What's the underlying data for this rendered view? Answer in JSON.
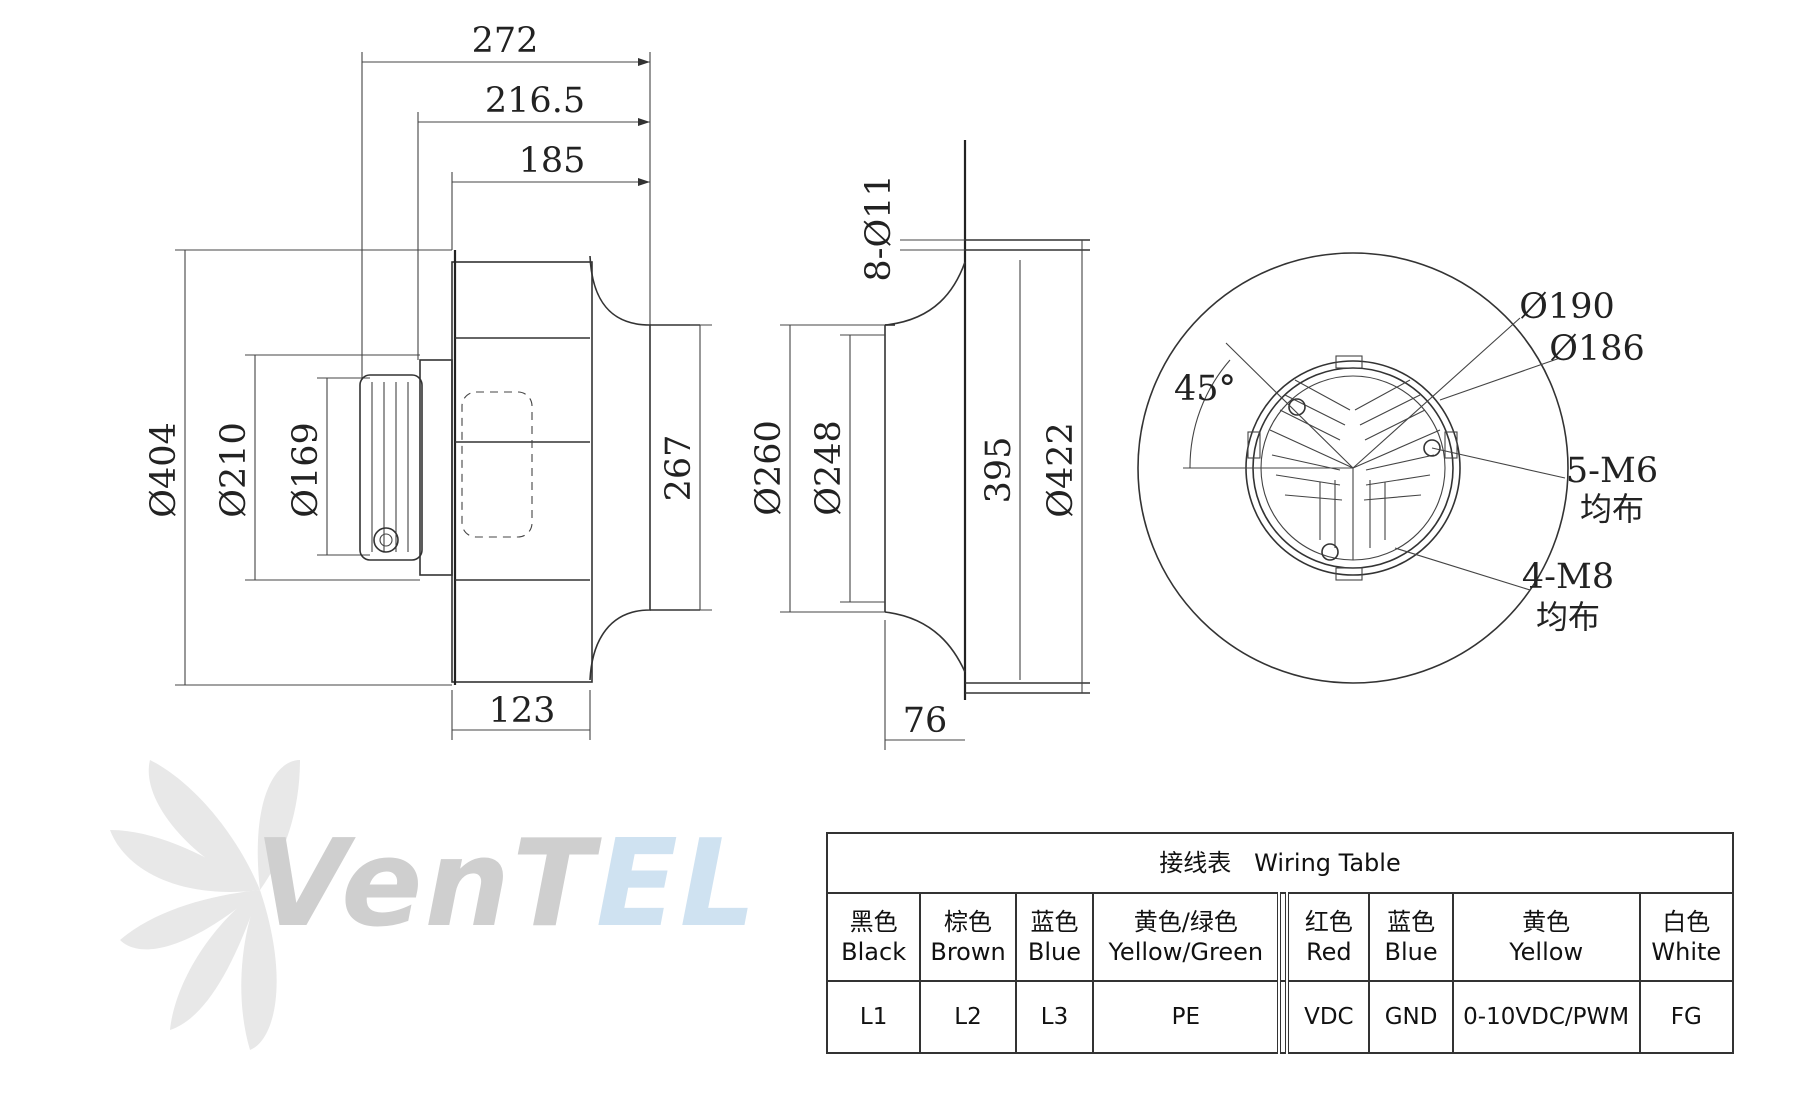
{
  "dimensions": {
    "side_view": {
      "length_272": "272",
      "length_216_5": "216.5",
      "length_185": "185",
      "depth_123": "123",
      "dia_404": "Ø404",
      "dia_210": "Ø210",
      "dia_169": "Ø169",
      "height_267": "267"
    },
    "section_view": {
      "holes": "8-Ø11",
      "dia_260": "Ø260",
      "dia_248": "Ø248",
      "height_395": "395",
      "dia_422": "Ø422",
      "depth_76": "76"
    },
    "front_view": {
      "angle": "45°",
      "dia_190": "Ø190",
      "dia_186": "Ø186",
      "m6_label": "5-M6",
      "m6_note": "均布",
      "m8_label": "4-M8",
      "m8_note": "均布"
    }
  },
  "logo": {
    "part1": "Ven",
    "part2": "T",
    "part3": "EL",
    "gray": "#cfcfcf",
    "blue": "#cfe2f1"
  },
  "wiring_table": {
    "title_cn": "接线表",
    "title_en": "Wiring Table",
    "columns": [
      {
        "cn": "黑色",
        "en": "Black",
        "signal": "L1"
      },
      {
        "cn": "棕色",
        "en": "Brown",
        "signal": "L2"
      },
      {
        "cn": "蓝色",
        "en": "Blue",
        "signal": "L3"
      },
      {
        "cn": "黄色/绿色",
        "en": "Yellow/Green",
        "signal": "PE"
      },
      {
        "cn": "红色",
        "en": "Red",
        "signal": "VDC"
      },
      {
        "cn": "蓝色",
        "en": "Blue",
        "signal": "GND"
      },
      {
        "cn": "黄色",
        "en": "Yellow",
        "signal": "0-10VDC/PWM"
      },
      {
        "cn": "白色",
        "en": "White",
        "signal": "FG"
      }
    ]
  }
}
